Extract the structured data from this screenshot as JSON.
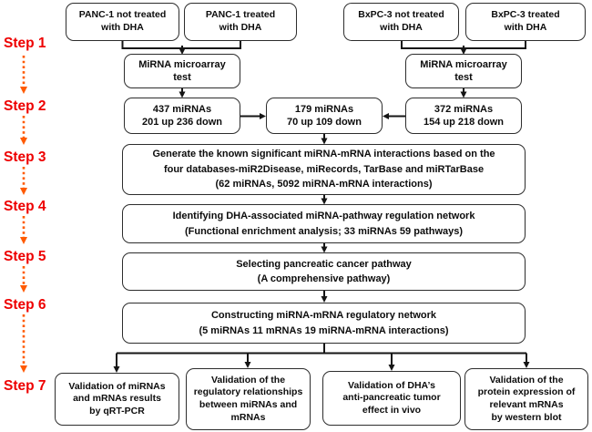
{
  "flow": {
    "step_labels": [
      "Step 1",
      "Step 2",
      "Step 3",
      "Step 4",
      "Step 5",
      "Step 6",
      "Step 7"
    ],
    "nodes": {
      "panc1_untreated": "PANC-1 not treated\nwith DHA",
      "panc1_treated": "PANC-1 treated\nwith DHA",
      "bxpc3_untreated": "BxPC-3 not treated\nwith DHA",
      "bxpc3_treated": "BxPC-3 treated\nwith DHA",
      "microarray_panc1": "MiRNA microarray\ntest",
      "microarray_bxpc3": "MiRNA microarray\ntest",
      "mirnas_panc1": "437 miRNAs\n201 up 236 down",
      "mirnas_common": "179 miRNAs\n70 up 109 down",
      "mirnas_bxpc3": "372 miRNAs\n154 up 218 down",
      "generate_interactions": "Generate the known significant miRNA-mRNA interactions based on the\nfour databases-miR2Disease, miRecords, TarBase and miRTarBase\n(62 miRNAs, 5092 miRNA-mRNA interactions)",
      "identify_network": "Identifying DHA-associated miRNA-pathway regulation network\n(Functional enrichment analysis; 33 miRNAs 59 pathways)",
      "select_pathway": "Selecting pancreatic cancer pathway\n(A comprehensive pathway)",
      "construct_network": "Constructing miRNA-mRNA regulatory network\n(5 miRNAs 11 mRNAs 19 miRNA-mRNA interactions)",
      "validate_qrtpcr": "Validation of miRNAs\nand mRNAs results\nby qRT-PCR",
      "validate_regulatory": "Validation of the\nregulatory relationships\nbetween miRNAs and\nmRNAs",
      "validate_invivo": "Validation of DHA’s\nanti-pancreatic tumor\neffect in vivo",
      "validate_western": "Validation of the\nprotein expression of\nrelevant mRNAs\nby western blot"
    },
    "colors": {
      "step_label": "#ee0000",
      "dotted_arrow": "#ff5a00",
      "connector": "#151515"
    }
  }
}
